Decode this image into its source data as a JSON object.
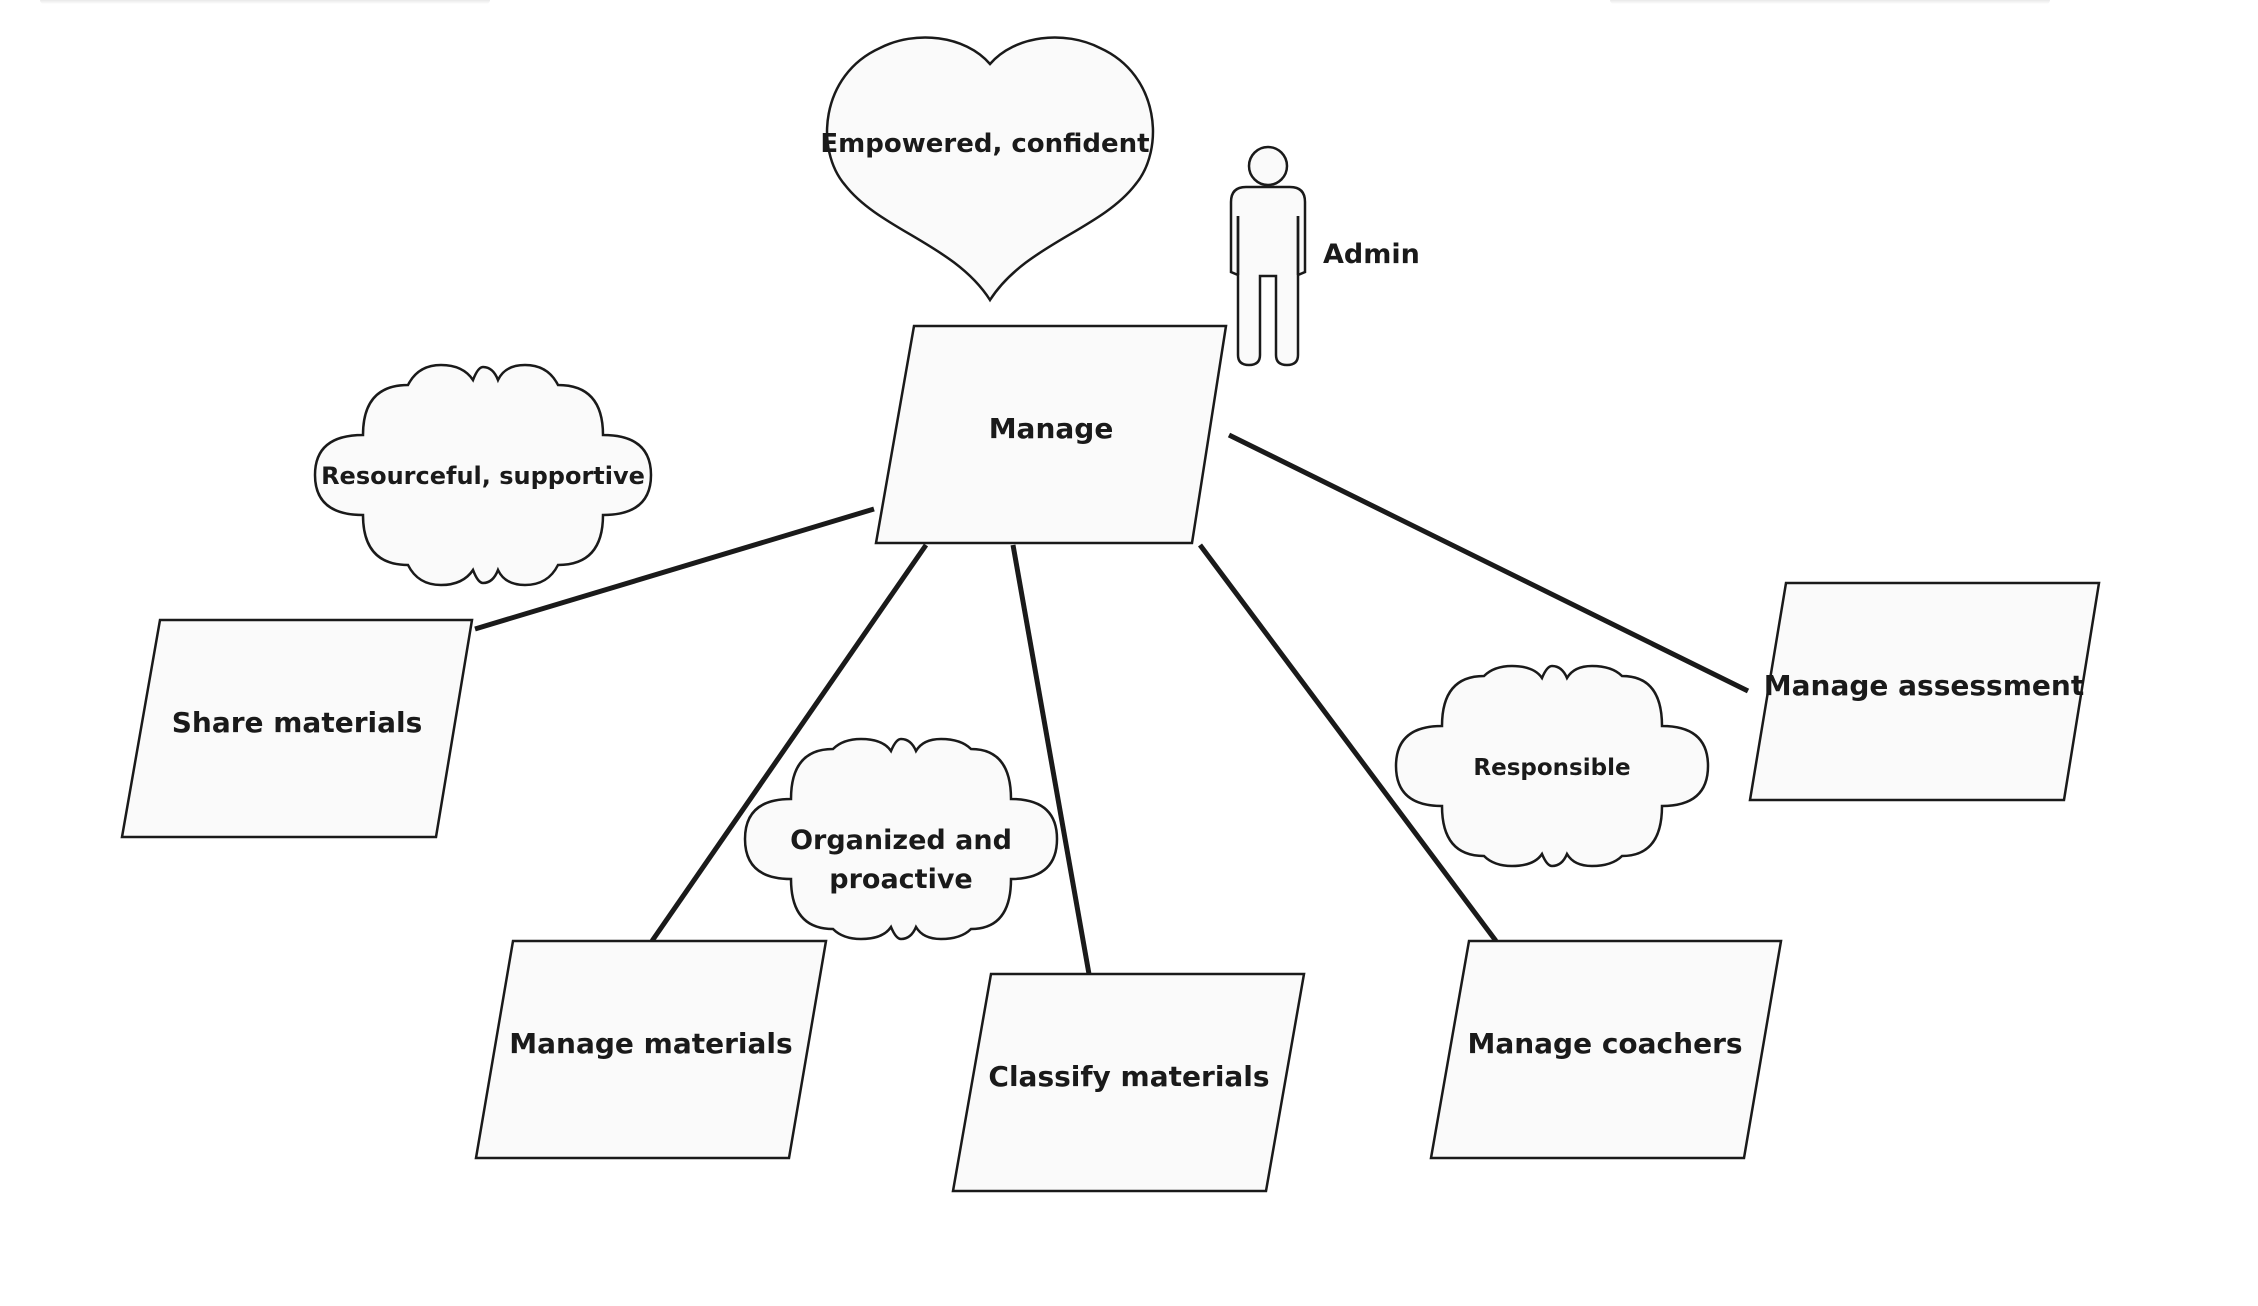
{
  "diagram": {
    "heart": {
      "label": "Empowered, confident"
    },
    "actor": {
      "label": "Admin"
    },
    "central_process": {
      "label": "Manage"
    },
    "clouds": {
      "resourceful": {
        "label": "Resourceful, supportive"
      },
      "organized": {
        "line1": "Organized and",
        "line2": "proactive"
      },
      "responsible": {
        "label": "Responsible"
      }
    },
    "processes": {
      "share": {
        "label": "Share materials"
      },
      "manage_materials": {
        "label": "Manage materials"
      },
      "classify": {
        "label": "Classify materials"
      },
      "coachers": {
        "label": "Manage coachers"
      },
      "assessment": {
        "label": "Manage assessment"
      }
    }
  },
  "colors": {
    "stroke": "#1a1a1a",
    "shape_fill": "#fafafa",
    "text": "#1a1a1a"
  }
}
